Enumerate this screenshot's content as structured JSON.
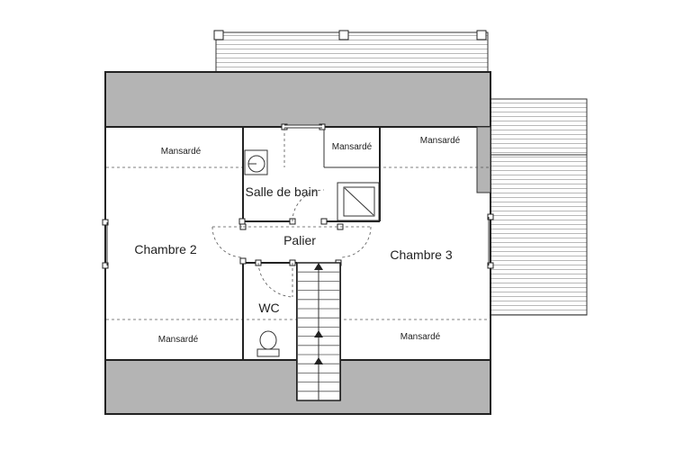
{
  "rooms": {
    "chambre_2": "Chambre 2",
    "chambre_3": "Chambre 3",
    "salle_de_bain": "Salle de bain",
    "palier": "Palier",
    "wc": "WC"
  },
  "attic_zones": {
    "top_left": "Mansardé",
    "top_middle": "Mansardé",
    "top_right": "Mansardé",
    "bottom_left": "Mansardé",
    "bottom_right": "Mansardé"
  },
  "colors": {
    "roof_band": "#b4b4b4",
    "wall": "#222222",
    "hatch": "#999999"
  }
}
